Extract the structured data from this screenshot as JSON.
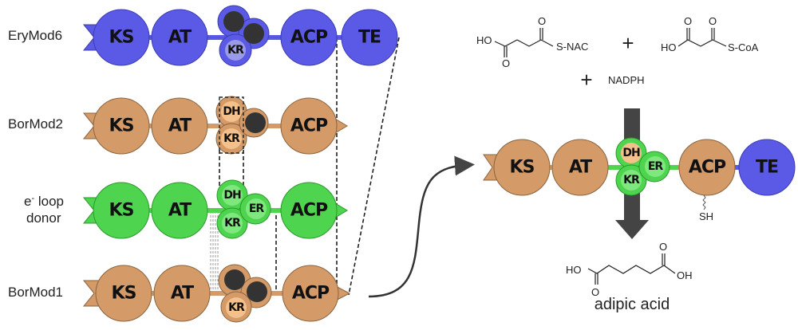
{
  "colors": {
    "erymod": "#5a5ae6",
    "erymod_stroke": "#3c3cb4",
    "bor": "#d49a68",
    "bor_stroke": "#8a6440",
    "bor_light": "#f4c08c",
    "donor": "#4fd44f",
    "donor_stroke": "#2a9a2a",
    "donor_light": "#7ee87e",
    "ery_light": "#9a9ae8",
    "inactive": "#333333",
    "arrow": "#444444"
  },
  "modules": [
    {
      "label": "EryMod6",
      "domains": [
        "KS",
        "AT",
        "KR",
        "ACP",
        "TE"
      ],
      "kr_active": false,
      "inactive_count": 2
    },
    {
      "label": "BorMod2",
      "domains": [
        "KS",
        "AT",
        "DH",
        "KR",
        "ACP"
      ],
      "inactive_count": 1
    },
    {
      "label_line1": "e",
      "label_sup": "-",
      "label_line1_rest": " loop",
      "label_line2": "donor",
      "domains": [
        "KS",
        "AT",
        "DH",
        "KR",
        "ER",
        "ACP"
      ]
    },
    {
      "label": "BorMod1",
      "domains": [
        "KS",
        "AT",
        "KR",
        "ACP"
      ],
      "inactive_count": 2
    }
  ],
  "hybrid": {
    "domains": [
      "KS",
      "AT",
      "DH",
      "KR",
      "ER",
      "ACP",
      "TE"
    ],
    "thiol_label": "SH"
  },
  "substrates": {
    "s1_ho": "HO",
    "s1_o_top": "O",
    "s1_o_bottom": "O",
    "s1_snac": "S-NAC",
    "plus1": "+",
    "s2_ho": "HO",
    "s2_o1": "O",
    "s2_o2": "O",
    "s2_scoa": "S-CoA",
    "plus2": "+",
    "cofactor": "NADPH"
  },
  "product": {
    "ho": "HO",
    "oh": "OH",
    "o_top": "O",
    "o_bottom": "O",
    "name": "adipic acid"
  }
}
